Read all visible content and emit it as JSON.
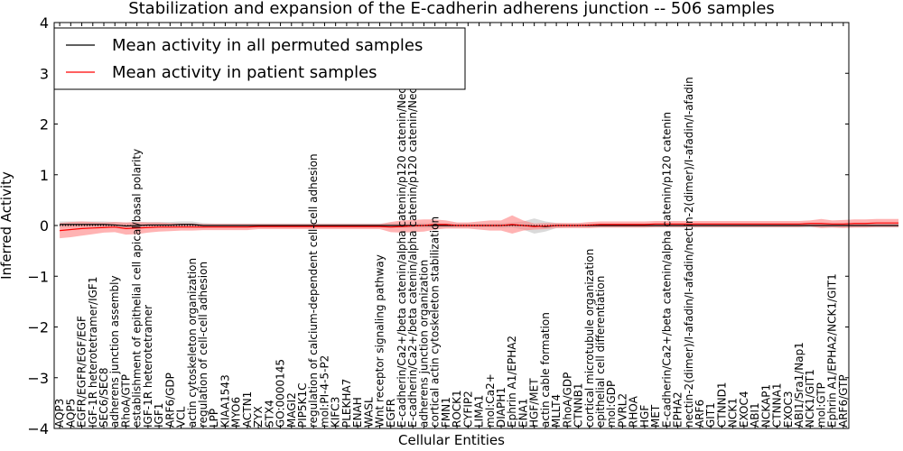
{
  "chart_data": {
    "type": "line",
    "title": "Stabilization and expansion of the E-cadherin adherens junction -- 506 samples",
    "xlabel": "Cellular Entities",
    "ylabel": "Inferred Activity",
    "ylim": [
      -4,
      4
    ],
    "yticks": [
      -4,
      -3,
      -2,
      -1,
      0,
      1,
      2,
      3,
      4
    ],
    "ytick_labels": [
      "−4",
      "−3",
      "−2",
      "−1",
      "0",
      "1",
      "2",
      "3",
      "4"
    ],
    "grid": false,
    "legend_position": "top-left",
    "categories": [
      "AQP3",
      "AQP5",
      "EGFR/EGFR/EGF/EGF",
      "IGF-1R heterotetramer/IGF1",
      "SEC6/SEC8",
      "adherens junction assembly",
      "RhoA/GTP",
      "establishment of epithelial cell apical/basal polarity",
      "IGF-1R heterotetramer",
      "IGF1",
      "ARF6/GDP",
      "VCL",
      "actin cytoskeleton organization",
      "regulation of cell-cell adhesion",
      "LPP",
      "KIAA1543",
      "MYO6",
      "ACTN1",
      "ZYX",
      "STX4",
      "GO:0000145",
      "MAGI2",
      "PIP5K1C",
      "regulation of calcium-dependent cell-cell adhesion",
      "mol:PI-4-5-P2",
      "KIFC3",
      "PLEKHA7",
      "ENAH",
      "WASL",
      "Wnt receptor signaling pathway",
      "EGFR",
      "E-cadherin/Ca2+/beta catenin/alpha catenin/p120 catenin/Nectin",
      "E-cadherin/Ca2+/beta catenin/alpha catenin/p120 catenin/Nectin",
      "adherens junction organization",
      "cortical actin cytoskeleton stabilization",
      "FMN1",
      "ROCK1",
      "CYFIP2",
      "LIMA1",
      "mol:Ca2+",
      "DIAPH1",
      "Ephrin A1/EPHA2",
      "ENA1",
      "HGF/MET",
      "actin cable formation",
      "MLLT4",
      "RhoA/GDP",
      "CTNNB1",
      "cortical microtubule organization",
      "epithelial cell differentiation",
      "mol:GDP",
      "PVRL2",
      "RHOA",
      "HGF",
      "MET",
      "E-cadherin/Ca2+/beta catenin/alpha catenin/p120 catenin",
      "EPHA2",
      "nectin-2(dimer)/I-afadin/I-afadin/nectin-2(dimer)/I-afadin/I-afadin",
      "ARF6",
      "GIT1",
      "CTNND1",
      "NCK1",
      "EXOC4",
      "ABI1",
      "NCKAP1",
      "CTNNA1",
      "EXOC3",
      "ABI1/Sra1/Nap1",
      "NCK1/GIT1",
      "mol:GTP",
      "Ephrin A1/EPHA2/NCK1/GIT1",
      "ARF6/GTP"
    ],
    "series": [
      {
        "name": "Mean activity in all permuted samples",
        "color": "#000000",
        "band_color": "#bbbbbb",
        "values": [
          0.02,
          0.02,
          0.02,
          0.02,
          0.02,
          0.01,
          -0.01,
          0.0,
          0.01,
          0.01,
          0.01,
          0.02,
          0.02,
          0.0,
          0.0,
          0.0,
          0.0,
          0.0,
          0.0,
          0.0,
          0.0,
          0.0,
          0.0,
          0.0,
          0.0,
          0.0,
          0.0,
          0.0,
          0.0,
          0.0,
          0.0,
          0.0,
          0.0,
          0.0,
          0.0,
          0.0,
          0.0,
          0.0,
          0.0,
          0.0,
          0.0,
          0.01,
          0.0,
          -0.01,
          -0.02,
          0.0,
          0.0,
          0.0,
          0.0,
          0.0,
          0.0,
          0.0,
          0.0,
          0.0,
          0.0,
          0.0,
          0.0,
          0.0,
          0.0,
          0.0,
          0.0,
          0.0,
          0.0,
          0.0,
          0.0,
          0.0,
          0.0,
          0.0,
          0.0,
          0.0,
          0.0,
          0.0,
          0.0,
          0.0,
          0.0,
          0.0,
          0.0
        ],
        "band": [
          0.06,
          0.06,
          0.06,
          0.06,
          0.06,
          0.06,
          0.07,
          0.07,
          0.06,
          0.06,
          0.06,
          0.06,
          0.06,
          0.05,
          0.04,
          0.04,
          0.04,
          0.04,
          0.04,
          0.04,
          0.04,
          0.04,
          0.04,
          0.04,
          0.04,
          0.04,
          0.04,
          0.04,
          0.04,
          0.04,
          0.05,
          0.05,
          0.05,
          0.05,
          0.05,
          0.04,
          0.04,
          0.04,
          0.04,
          0.04,
          0.05,
          0.05,
          0.08,
          0.15,
          0.1,
          0.05,
          0.04,
          0.04,
          0.04,
          0.04,
          0.04,
          0.04,
          0.04,
          0.04,
          0.04,
          0.04,
          0.04,
          0.04,
          0.04,
          0.04,
          0.04,
          0.04,
          0.04,
          0.04,
          0.04,
          0.04,
          0.04,
          0.04,
          0.04,
          0.04,
          0.04,
          0.04,
          0.04,
          0.04,
          0.04,
          0.04,
          0.04
        ]
      },
      {
        "name": "Mean activity in patient samples",
        "color": "#ff0000",
        "band_color": "#ff8080",
        "values": [
          -0.1,
          -0.08,
          -0.06,
          -0.05,
          -0.04,
          -0.03,
          -0.06,
          -0.05,
          -0.04,
          -0.03,
          -0.03,
          -0.03,
          -0.03,
          -0.03,
          -0.03,
          -0.03,
          -0.03,
          -0.03,
          -0.02,
          -0.02,
          -0.02,
          -0.02,
          -0.02,
          -0.02,
          -0.02,
          -0.02,
          -0.02,
          -0.02,
          -0.02,
          -0.02,
          -0.03,
          -0.02,
          -0.01,
          0.0,
          0.02,
          0.02,
          0.0,
          0.0,
          0.0,
          0.0,
          0.0,
          0.02,
          0.0,
          -0.02,
          -0.01,
          0.0,
          0.0,
          0.0,
          0.01,
          0.02,
          0.02,
          0.02,
          0.02,
          0.02,
          0.03,
          0.03,
          0.03,
          0.03,
          0.03,
          0.03,
          0.03,
          0.03,
          0.03,
          0.03,
          0.03,
          0.03,
          0.03,
          0.03,
          0.04,
          0.04,
          0.03,
          0.03,
          0.04,
          0.04,
          0.05,
          0.05,
          0.05
        ],
        "band": [
          0.15,
          0.15,
          0.14,
          0.12,
          0.1,
          0.1,
          0.12,
          0.12,
          0.1,
          0.09,
          0.08,
          0.07,
          0.07,
          0.06,
          0.06,
          0.06,
          0.06,
          0.06,
          0.05,
          0.05,
          0.05,
          0.05,
          0.05,
          0.05,
          0.05,
          0.05,
          0.05,
          0.05,
          0.05,
          0.05,
          0.1,
          0.12,
          0.12,
          0.12,
          0.1,
          0.08,
          0.06,
          0.06,
          0.08,
          0.1,
          0.1,
          0.18,
          0.1,
          0.06,
          0.06,
          0.05,
          0.05,
          0.05,
          0.06,
          0.06,
          0.06,
          0.06,
          0.06,
          0.06,
          0.06,
          0.06,
          0.06,
          0.06,
          0.06,
          0.06,
          0.06,
          0.06,
          0.06,
          0.06,
          0.06,
          0.06,
          0.06,
          0.06,
          0.06,
          0.09,
          0.07,
          0.08,
          0.08,
          0.08,
          0.08,
          0.08,
          0.08
        ]
      }
    ]
  }
}
